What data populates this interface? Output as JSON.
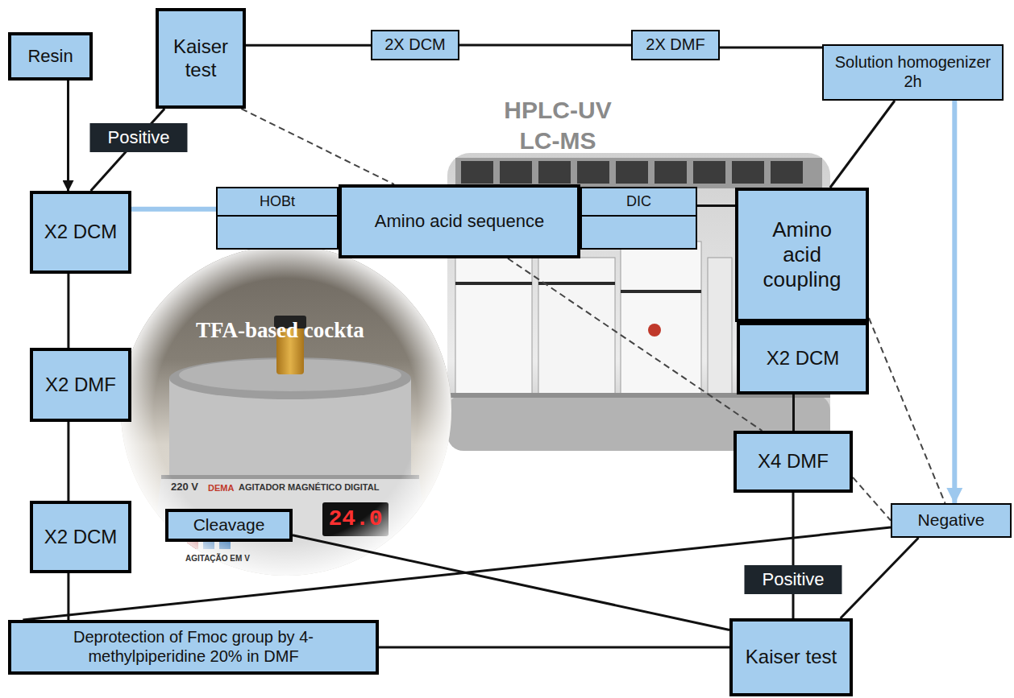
{
  "diagram": {
    "nodes": [
      {
        "text": [
          "Resin"
        ]
      },
      {
        "text": [
          "Kaiser test"
        ]
      },
      {
        "text": [
          "2X DCM"
        ]
      },
      {
        "text": [
          "2X DMF"
        ]
      },
      {
        "text": [
          "Solution homogenizer 2h"
        ]
      },
      {
        "text": [
          "X2 DCM"
        ]
      },
      {
        "text": [
          "HOBt"
        ]
      },
      {
        "text": [
          "Amino acid sequence"
        ]
      },
      {
        "text": [
          "DIC"
        ]
      },
      {
        "text": [
          "Amino acid coupling"
        ]
      },
      {
        "text": [
          "X2 DMF"
        ]
      },
      {
        "text": [
          "X2 DCM"
        ]
      },
      {
        "text": [
          "X4 DMF"
        ]
      },
      {
        "text": [
          "Cleavage"
        ]
      },
      {
        "text": [
          "Negative"
        ]
      },
      {
        "text": [
          "X2 DCM"
        ]
      },
      {
        "text": [
          "Deprotection of Fmoc group by 4-methylpiperidine 20% in DMF"
        ]
      },
      {
        "text": [
          "Kaiser test"
        ]
      }
    ],
    "edges": [
      {
        "from": 0,
        "to": 5,
        "arrow": "to"
      },
      {
        "from": 1,
        "to": 5,
        "label": "Positive",
        "arrow": "none"
      },
      {
        "from": 1,
        "to": 2,
        "arrow": "none"
      },
      {
        "from": 2,
        "to": 3,
        "arrow": "none"
      },
      {
        "from": 3,
        "to": 4,
        "arrow": "none"
      },
      {
        "from": 4,
        "to": 9,
        "arrow": "none"
      },
      {
        "from": 4,
        "to": 14,
        "arrow": "to"
      },
      {
        "from": 5,
        "to": 6,
        "arrow": "none"
      },
      {
        "from": 8,
        "to": 9,
        "arrow": "none"
      },
      {
        "from": 5,
        "to": 10,
        "arrow": "none"
      },
      {
        "from": 10,
        "to": 15,
        "arrow": "none"
      },
      {
        "from": 15,
        "to": 16,
        "arrow": "none"
      },
      {
        "from": 16,
        "to": 17,
        "arrow": "none"
      },
      {
        "from": 11,
        "to": 12,
        "arrow": "none"
      },
      {
        "from": 12,
        "to": 17,
        "label": "Positive",
        "arrow": "none"
      },
      {
        "from": 13,
        "to": 17,
        "arrow": "none"
      },
      {
        "from": 14,
        "to": 16,
        "arrow": "none"
      },
      {
        "from": 17,
        "to": 14,
        "arrow": "none"
      },
      {
        "from": 1,
        "to": 7,
        "arrow": "none"
      },
      {
        "from": 7,
        "to": 12,
        "arrow": "none"
      },
      {
        "from": 9,
        "to": 14,
        "arrow": "none"
      },
      {
        "from": 12,
        "to": 14,
        "arrow": "none"
      }
    ],
    "labels": [
      "HPLC-UV",
      "LC-MS",
      "TFA-based cockta",
      "220 V",
      "DEMA",
      "AGITADOR MAGNÉTICO DIGITAL",
      "AGITAÇÃO EM V",
      "24.0"
    ]
  }
}
